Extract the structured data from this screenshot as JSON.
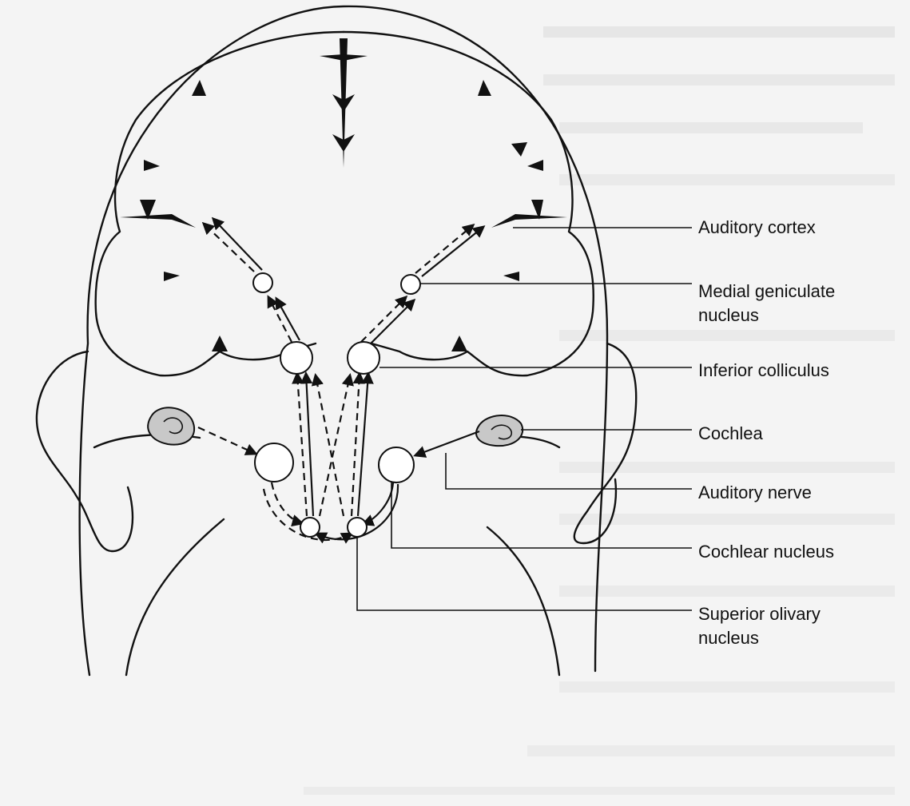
{
  "labels": {
    "auditory_cortex": "Auditory cortex",
    "medial_geniculate_nucleus": "Medial geniculate\nnucleus",
    "inferior_colliculus": "Inferior colliculus",
    "cochlea": "Cochlea",
    "auditory_nerve": "Auditory nerve",
    "cochlear_nucleus": "Cochlear nucleus",
    "superior_olivary_nucleus": "Superior olivary\nnucleus"
  },
  "colors": {
    "ink": "#111111",
    "background": "#f4f4f4",
    "cochlea_fill": "#c8c8c8",
    "bleed_through_text": "#d7d7d7"
  }
}
